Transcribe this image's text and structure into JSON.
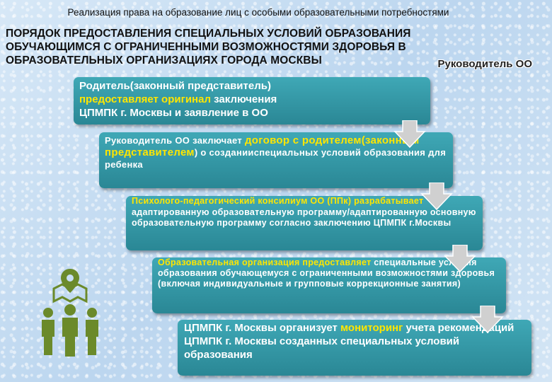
{
  "header": {
    "subtitle": "Реализация права на образование лиц с особыми образовательными потребностями",
    "title_line1": "ПОРЯДОК ПРЕДОСТАВЛЕНИЯ СПЕЦИАЛЬНЫХ УСЛОВИЙ ОБРАЗОВАНИЯ",
    "title_line2": "ОБУЧАЮЩИМСЯ С ОГРАНИЧЕННЫМИ ВОЗМОЖНОСТЯМИ ЗДОРОВЬЯ В",
    "title_line3": "ОБРАЗОВАТЕЛЬНЫХ ОРГАНИЗАЦИЯХ ГОРОДА МОСКВЫ",
    "role_label": "Руководитель ОО"
  },
  "steps": [
    {
      "part1": "Родитель(законный представитель)",
      "highlight": "предоставляет оригинал",
      "part2": " заключения",
      "part3": "ЦПМПК г. Москвы и заявление в ОО"
    },
    {
      "part1": "Руководитель ОО заключает ",
      "highlight": "договор с родителем(законным представителем",
      "part2": ") о созданииспециальных условий образования для ребенка"
    },
    {
      "highlight": "Психолого-педагогический консилиум ОО (ППк) разрабатывает",
      "part1": " адаптированную образовательную программу/адаптированную основную образовательную программу согласно заключению ЦПМПК г.Москвы"
    },
    {
      "highlight": "Образовательная организация предоставляет",
      "part1": " специальные условия образования обучающемуся с ограниченными возможностями здоровья (включая индивидуальные и групповые коррекционные занятия)"
    },
    {
      "part1": "ЦПМПК г. Москвы организует ",
      "highlight": "мониторинг",
      "part2": " учета рекомендаций ЦПМПК г. Москвы созданных специальных условий образования"
    }
  ],
  "colors": {
    "box_fill": "#3399a8",
    "highlight_text": "#ffe600",
    "arrow_fill": "#c9c9c9",
    "icon_green": "#6b8a2a"
  },
  "icons": {
    "arrow": "down-chevron-arrow-icon",
    "people": "people-group-location-icon"
  }
}
